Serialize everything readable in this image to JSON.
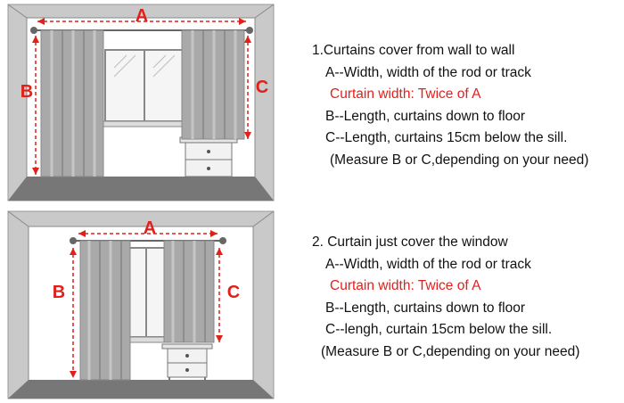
{
  "colors": {
    "dimension": "#e0201a",
    "highlight": "#e4201c",
    "curtain": "#a9a9a9",
    "wall_frame": "#b8b8b8",
    "floor": "#7a7a7a"
  },
  "diagrams": [
    {
      "labels": {
        "width": "A",
        "length_floor": "B",
        "length_sill": "C"
      }
    },
    {
      "labels": {
        "width": "A",
        "length_floor": "B",
        "length_sill": "C"
      }
    }
  ],
  "notes": [
    {
      "heading": "1.Curtains cover from wall  to wall",
      "width_line": "A--Width, width of the rod or track",
      "curtain_width": "Curtain width: Twice of A",
      "floor_line": "B--Length, curtains down to floor",
      "sill_line": "C--Length, curtains 15cm below the sill.",
      "measure_line": "(Measure B or C,depending on your need)"
    },
    {
      "heading": "2. Curtain just cover the window",
      "width_line": "A--Width, width of the rod or track",
      "curtain_width": "Curtain width: Twice of A",
      "floor_line": "B--Length, curtains down to floor",
      "sill_line": "C--lengh, curtain 15cm below the sill.",
      "measure_line": "(Measure B or C,depending on your need)"
    }
  ]
}
